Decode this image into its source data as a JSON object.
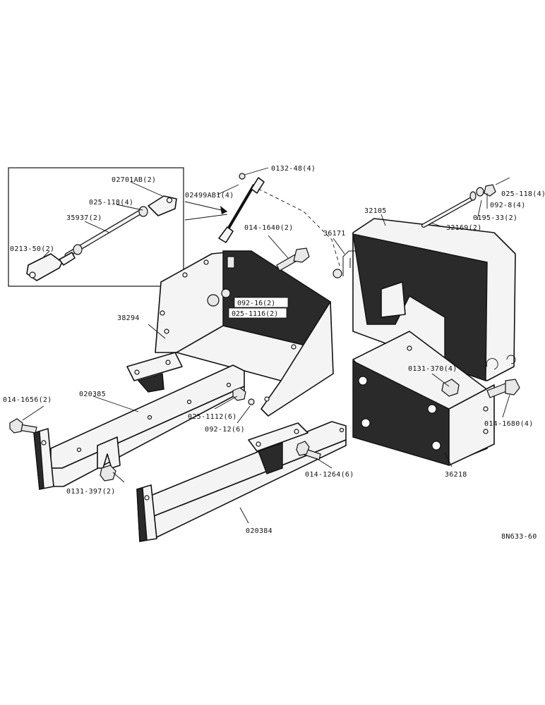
{
  "labels": {
    "p0132_48": "0132-48(4)",
    "p02499ab1": "02499AB1(4)",
    "p02701ab": "02701AB(2)",
    "p025_118_left": "025-118(4)",
    "p35937": "35937(2)",
    "p0213_50": "0213-50(2)",
    "p014_1640": "014-1640(2)",
    "p36171": "36171",
    "p32105": "32105",
    "p025_118_right": "025-118(4)",
    "p092_8": "092-8(4)",
    "p0195_33": "0195-33(2)",
    "p32169": "32169(2)",
    "p092_16": "092-16(2)",
    "p025_1116": "025-1116(2)",
    "p38294": "38294",
    "p014_1656": "014-1656(2)",
    "p020385": "020385",
    "p025_1112": "025-1112(6)",
    "p092_12": "092-12(6)",
    "p0131_370": "0131-370(4)",
    "p014_1680": "014-1680(4)",
    "p36218": "36218",
    "p014_1264": "014-1264(6)",
    "p0131_397": "0131-397(2)",
    "p020384": "020384",
    "ref": "8N633-60"
  }
}
